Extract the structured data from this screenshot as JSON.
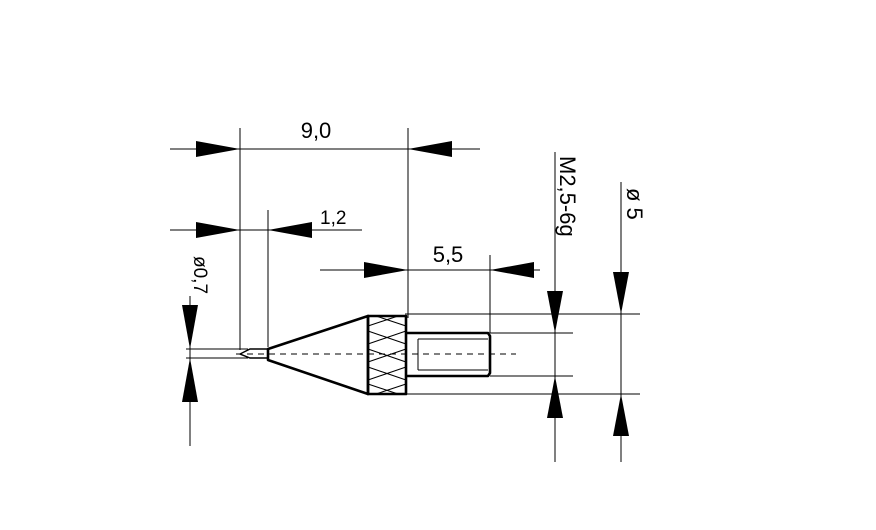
{
  "drawing": {
    "dim_overall_length": "9,0",
    "dim_tip_length": "1,2",
    "dim_thread_length": "5,5",
    "dim_tip_diameter": "ø0,7",
    "dim_thread": "M2,5-6g",
    "dim_body_diameter": "ø 5"
  }
}
